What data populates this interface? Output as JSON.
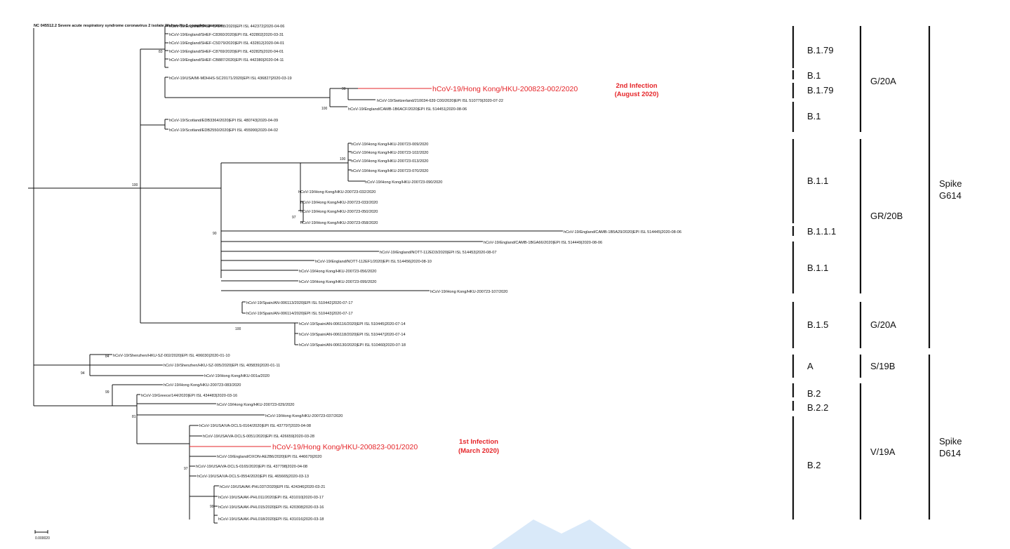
{
  "title": "NC 045512.2 Severe acute respiratory syndrome coronavirus 2 isolate Wuhan-Hu-1 complete genome",
  "scale_bar": "0.000020",
  "bootstraps": {
    "b83": "83",
    "b90": "90",
    "b100_a": "100",
    "b100_root": "100",
    "b100_b": "100",
    "b97_a": "97",
    "b90_b": "90",
    "b100_c": "100",
    "b84": "84",
    "b94": "94",
    "b99": "99",
    "b81": "81",
    "b97_b": "97",
    "b99_b": "99"
  },
  "taxa": [
    "hCoV-19/England/SHEF-CAE08/2020|EPI ISL 442372|2020-04-06",
    "hCoV-19/England/SHEF-C8360/2020|EPI ISL 432802|2020-03-31",
    "hCoV-19/England/SHEF-C5D79/2020|EPI ISL 432812|2020-04-01",
    "hCoV-19/England/SHEF-C8769/2020|EPI ISL 432825|2020-04-01",
    "hCoV-19/England/SHEF-CB887/2020|EPI ISL 442380|2020-04-11",
    "hCoV-19/USA/MI-MDHHS-SC20171/2020|EPI ISL 436827|2020-03-19",
    "hCoV-19/Hong Kong/HKU-200823-002/2020",
    "hCoV-19/Switzerland/210034-639 C00/2020|EPI ISL 510779|2020-07-22",
    "hCoV-19/England/CAMB-1B6ACF/2020|EPI ISL 514451|2020-08-06",
    "hCoV-19/Scotland/EDB3364/2020|EPI ISL 480743|2020-04-09",
    "hCoV-19/Scotland/EDB2550/2020|EPI ISL 455990|2020-04-02",
    "hCoV-19/Hong Kong/HKU-200723-009/2020",
    "hCoV-19/Hong Kong/HKU-200723-102/2020",
    "hCoV-19/Hong Kong/HKU-200723-013/2020",
    "hCoV-19/Hong Kong/HKU-200723-070/2020",
    "hCoV-19/Hong Kong/HKU-200723-090/2020",
    "hCoV-19/Hong Kong/HKU-200723-032/2020",
    "hCoV-19/Hong Kong/HKU-200723-033/2020",
    "hCoV-19/Hong Kong/HKU-200723-050/2020",
    "hCoV-19/Hong Kong/HKU-200723-058/2020",
    "hCoV-19/England/CAMB-1B5A29/2020|EPI ISL 514445|2020-08-06",
    "hCoV-19/England/CAMB-1BGA66/2020|EPI ISL 514449|2020-08-06",
    "hCoV-19/England/NOTT-112ED3/2020|EPI ISL 514453|2020-08-07",
    "hCoV-19/England/NOTT-112EF1/2020|EPI ISL 514456|2020-08-10",
    "hCoV-19/Hong Kong/HKU-200723-056/2020",
    "hCoV-19/Hong Kong/HKU-200723-099/2020",
    "hCoV-19/Hong Kong/HKU-200723-107/2020",
    "hCoV-19/Spain/AN-006113/2020|EPI ISL 510442|2020-07-17",
    "hCoV-19/Spain/AN-006114/2020|EPI ISL 510443|2020-07-17",
    "hCoV-19/Spain/AN-006116/2020|EPI ISL 510445|2020-07-14",
    "hCoV-19/Spain/AN-006118/2020|EPI ISL 510447|2020-07-14",
    "hCoV-19/Spain/AN-006130/2020|EPI ISL 510460|2020-07-18",
    "hCoV-19/Shenzhen/HKU-SZ-002/2020|EPI ISL 406030|2020-01-10",
    "hCoV-19/Shenzhen/HKU-SZ-005/2020|EPI ISL 405839|2020-01-11",
    "hCoV-19/Hong Kong/HKU-001a/2020",
    "hCoV-19/Hong Kong/HKU-200723-083/2020",
    "hCoV-19/Greece/144/2020|EPI ISL 434483|2020-03-16",
    "hCoV-19/Hong Kong/HKU-200723-029/2020",
    "hCoV-19/Hong Kong/HKU-200723-037/2020",
    "hCoV-19/USA/VA-DCLS-0164/2020|EPI ISL 437797|2020-04-08",
    "hCoV-19/USA/VA-DCLS-0051/2020|EPI ISL 426659|2020-03-28",
    "hCoV-19/Hong Kong/HKU-200823-001/2020",
    "hCoV-19/England/OXON-AE2B6/2020|EPI ISL 446679|2020",
    "hCoV-19/USA/VA-DCLS-0165/2020|EPI ISL 437798|2020-04-08",
    "hCoV-19/USA/VA-DCLS-0554/2020|EPI ISL 465665|2020-03-13",
    "hCoV-19/USA/AK-PHL037/2020|EPI ISL 424346|2020-03-21",
    "hCoV-19/USA/AK-PHL011/2020|EPI ISL 431010|2020-03-17",
    "hCoV-19/USA/AK-PHL015/2020|EPI ISL 420308|2020-03-16",
    "hCoV-19/USA/AK-PHL018/2020|EPI ISL 431016|2020-03-18"
  ],
  "infections": {
    "second_line1": "2nd Infection",
    "second_line2": "(August 2020)",
    "first_line1": "1st Infection",
    "first_line2": "(March 2020)"
  },
  "lineages": [
    "B.1.79",
    "B.1",
    "B.1.79",
    "B.1",
    "B.1.1",
    "B.1.1.1",
    "B.1.1",
    "B.1.5",
    "A",
    "B.2",
    "B.2.2",
    "B.2"
  ],
  "clades": [
    "G/20A",
    "GR/20B",
    "G/20A",
    "S/19B",
    "V/19A"
  ],
  "spike": {
    "g614_line1": "Spike",
    "g614_line2": "G614",
    "d614_line1": "Spike",
    "d614_line2": "D614"
  },
  "colors": {
    "highlight": "#e5262a",
    "branch": "#111111",
    "watermark": "#cfe3f7"
  }
}
